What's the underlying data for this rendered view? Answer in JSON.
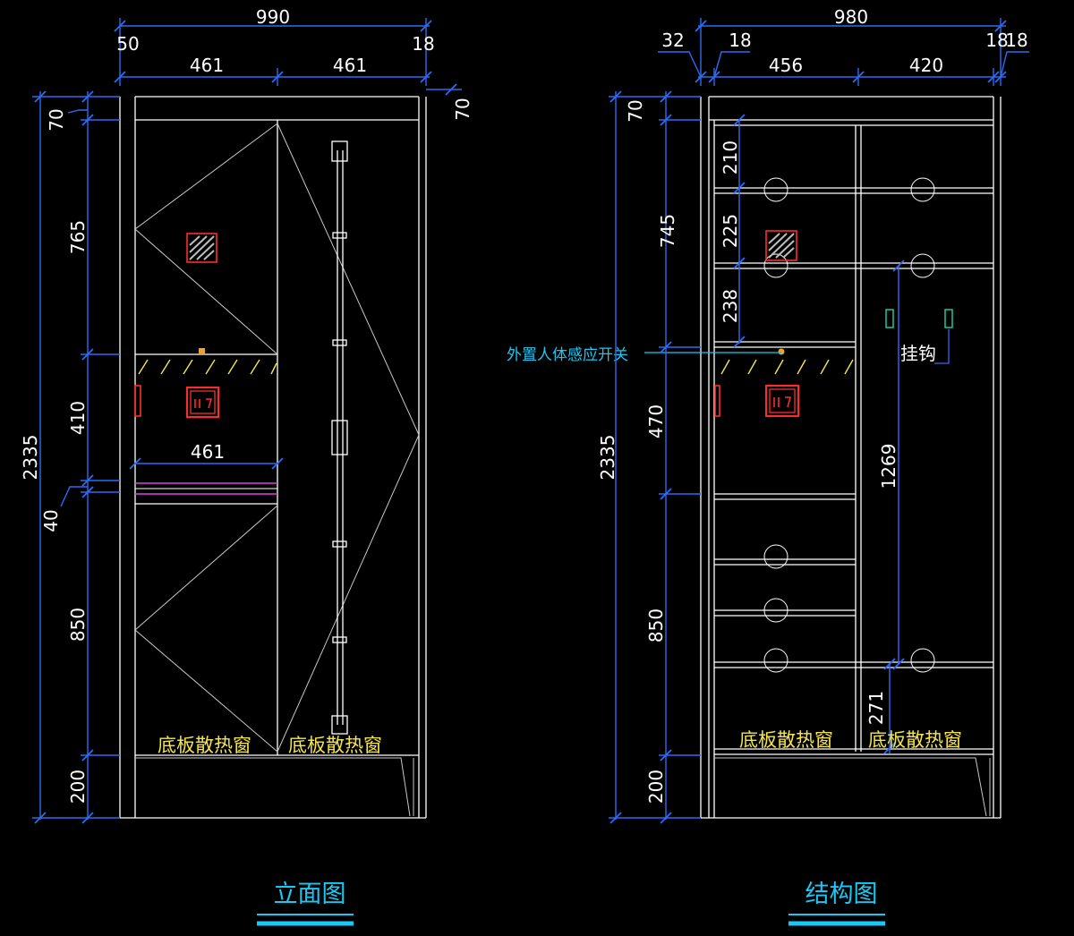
{
  "elevation": {
    "title": "立面图",
    "top_dims": {
      "total": "990",
      "left_edge": "50",
      "right_edge": "18",
      "col_left": "461",
      "col_right": "461"
    },
    "left_dims": {
      "total": "2335",
      "top": "70",
      "upper": "765",
      "middle": "410",
      "gap": "40",
      "lower": "850",
      "base": "200"
    },
    "right_dim": "70",
    "shelf_dim": "461",
    "vent_labels": [
      "底板散热窗",
      "底板散热窗"
    ]
  },
  "structure": {
    "title": "结构图",
    "top_dims": {
      "total": "980",
      "left_a": "32",
      "left_b": "18",
      "right_a": "18",
      "right_b": "18",
      "col_left": "456",
      "col_right": "420"
    },
    "left_dims": {
      "total": "2335",
      "top": "70",
      "upper": "745",
      "middle": "470",
      "lower": "850",
      "base": "200"
    },
    "inner_dims": [
      "210",
      "225",
      "238"
    ],
    "right_dims": [
      "1269",
      "271"
    ],
    "sensor_label": "外置人体感应开关",
    "hook_label": "挂钩",
    "vent_labels": [
      "底板散热窗",
      "底板散热窗"
    ]
  },
  "colors": {
    "background": "#000000",
    "dimension": "#2a6cf2",
    "title": "#19c8f5",
    "label": "#f5e64a",
    "device": "#ff2b2b",
    "trim": "#e040e0"
  }
}
